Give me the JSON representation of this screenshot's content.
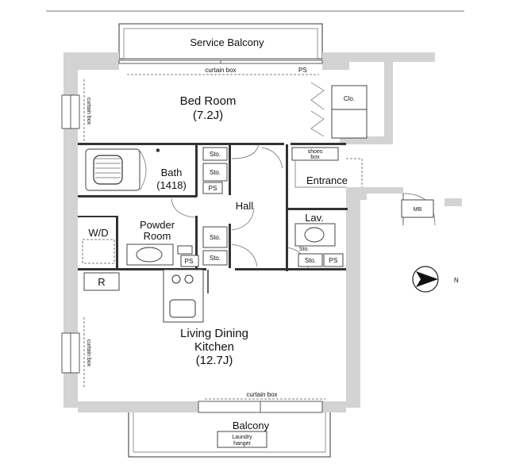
{
  "rooms": {
    "service_balcony": "Service Balcony",
    "bedroom_name": "Bed Room",
    "bedroom_size": "(7.2J)",
    "bath_name": "Bath",
    "bath_size": "(1418)",
    "hall": "Hall",
    "entrance": "Entrance",
    "lav": "Lav.",
    "powder_line1": "Powder",
    "powder_line2": "Room",
    "wd": "W/D",
    "ldk_line1": "Living Dining",
    "ldk_line2": "Kitchen",
    "ldk_size": "(12.7J)",
    "balcony": "Balcony",
    "laundry_line1": "Laundry",
    "laundry_line2": "hanger"
  },
  "fixtures": {
    "curtain_box": "curtain box",
    "ps": "PS",
    "clo": "Clo.",
    "sto": "Sto.",
    "shoes_line1": "shoes",
    "shoes_line2": "box",
    "mb": "MB",
    "r": "R"
  },
  "compass": {
    "label": "N"
  },
  "colors": {
    "wall": "#d3d3d3",
    "line": "#333333"
  }
}
